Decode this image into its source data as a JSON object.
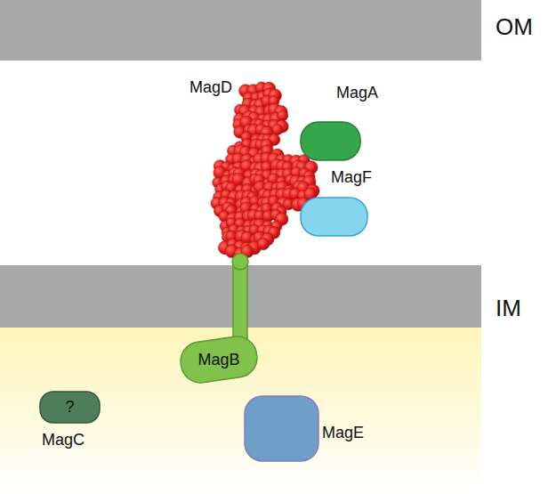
{
  "diagram": {
    "nodes": [
      {
        "text": [
          "MagD"
        ]
      },
      {
        "text": [
          "MagA"
        ]
      },
      {
        "text": [
          "MagF"
        ]
      },
      {
        "text": [
          "MagB"
        ]
      },
      {
        "text": [
          "?",
          "MagC"
        ]
      },
      {
        "text": [
          "MagE"
        ]
      }
    ],
    "labels": [
      "OM",
      "IM"
    ]
  }
}
